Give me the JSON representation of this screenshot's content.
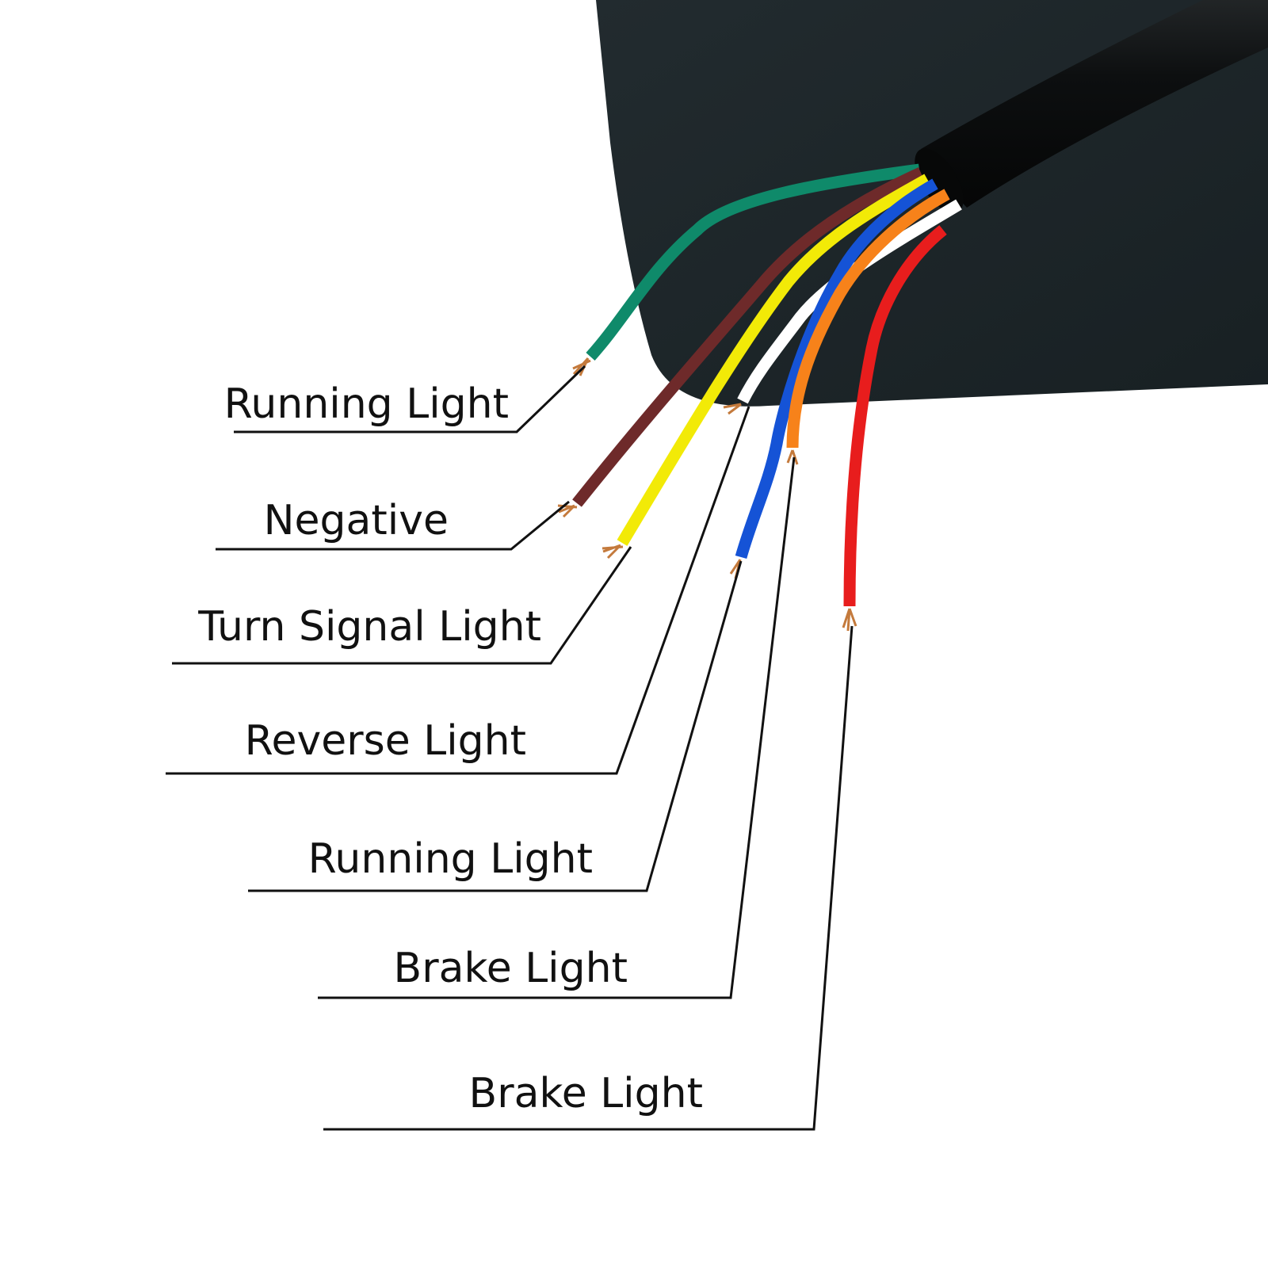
{
  "labels": [
    {
      "text": "Running Light"
    },
    {
      "text": "Negative"
    },
    {
      "text": "Turn Signal Light"
    },
    {
      "text": "Reverse Light"
    },
    {
      "text": "Running Light"
    },
    {
      "text": "Brake Light"
    },
    {
      "text": "Brake Light"
    }
  ],
  "wires": [
    {
      "color_name": "green",
      "color": "#0f8a6a"
    },
    {
      "color_name": "brown",
      "color": "#6e2a2a"
    },
    {
      "color_name": "yellow",
      "color": "#f2ea07"
    },
    {
      "color_name": "white",
      "color": "#ffffff"
    },
    {
      "color_name": "blue",
      "color": "#1553d6"
    },
    {
      "color_name": "orange",
      "color": "#f7821a"
    },
    {
      "color_name": "red",
      "color": "#e81d1d"
    }
  ],
  "colors": {
    "background": "#ffffff",
    "plate": "#1d2528",
    "cable_jacket": "#0d0f10",
    "text": "#111111",
    "copper": "#c47a3c"
  }
}
